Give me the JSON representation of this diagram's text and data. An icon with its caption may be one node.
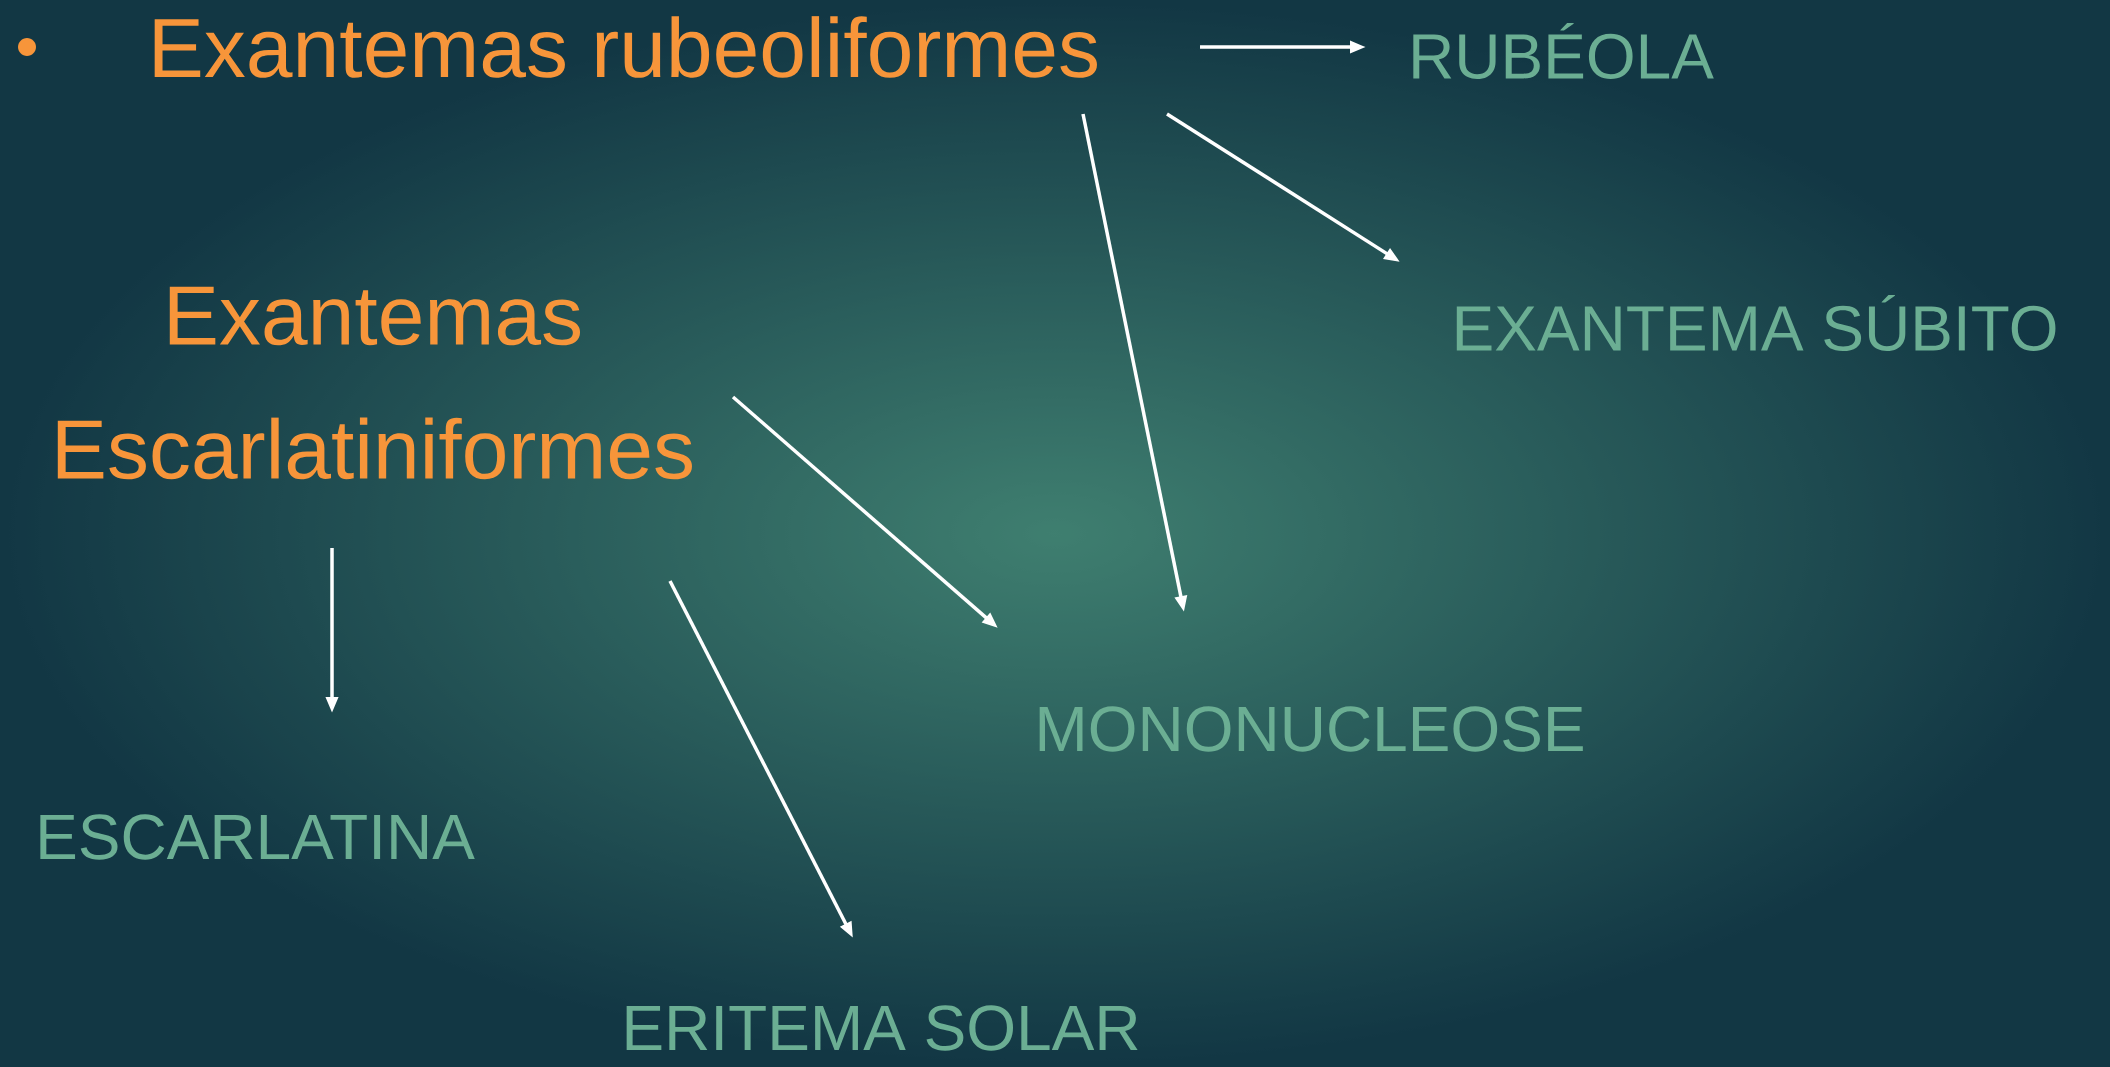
{
  "diagram": {
    "nodes": [
      {
        "text": [
          "Exantemas rubeoliformes"
        ]
      },
      {
        "text": [
          "RUBÉOLA"
        ]
      },
      {
        "text": [
          "EXANTEMA SÚBITO"
        ]
      },
      {
        "text": [
          "MONONUCLEOSE"
        ]
      },
      {
        "text": [
          "Exantemas Escarlatiniformes"
        ]
      },
      {
        "text": [
          "ESCARLATINA"
        ]
      },
      {
        "text": [
          "ERITEMA SOLAR"
        ]
      }
    ],
    "edges": [
      {
        "from": 0,
        "to": 1,
        "arrow": "to"
      },
      {
        "from": 0,
        "to": 2,
        "arrow": "to"
      },
      {
        "from": 0,
        "to": 3,
        "arrow": "to"
      },
      {
        "from": 4,
        "to": 3,
        "arrow": "to"
      },
      {
        "from": 4,
        "to": 5,
        "arrow": "to"
      },
      {
        "from": 4,
        "to": 6,
        "arrow": "to"
      }
    ]
  }
}
